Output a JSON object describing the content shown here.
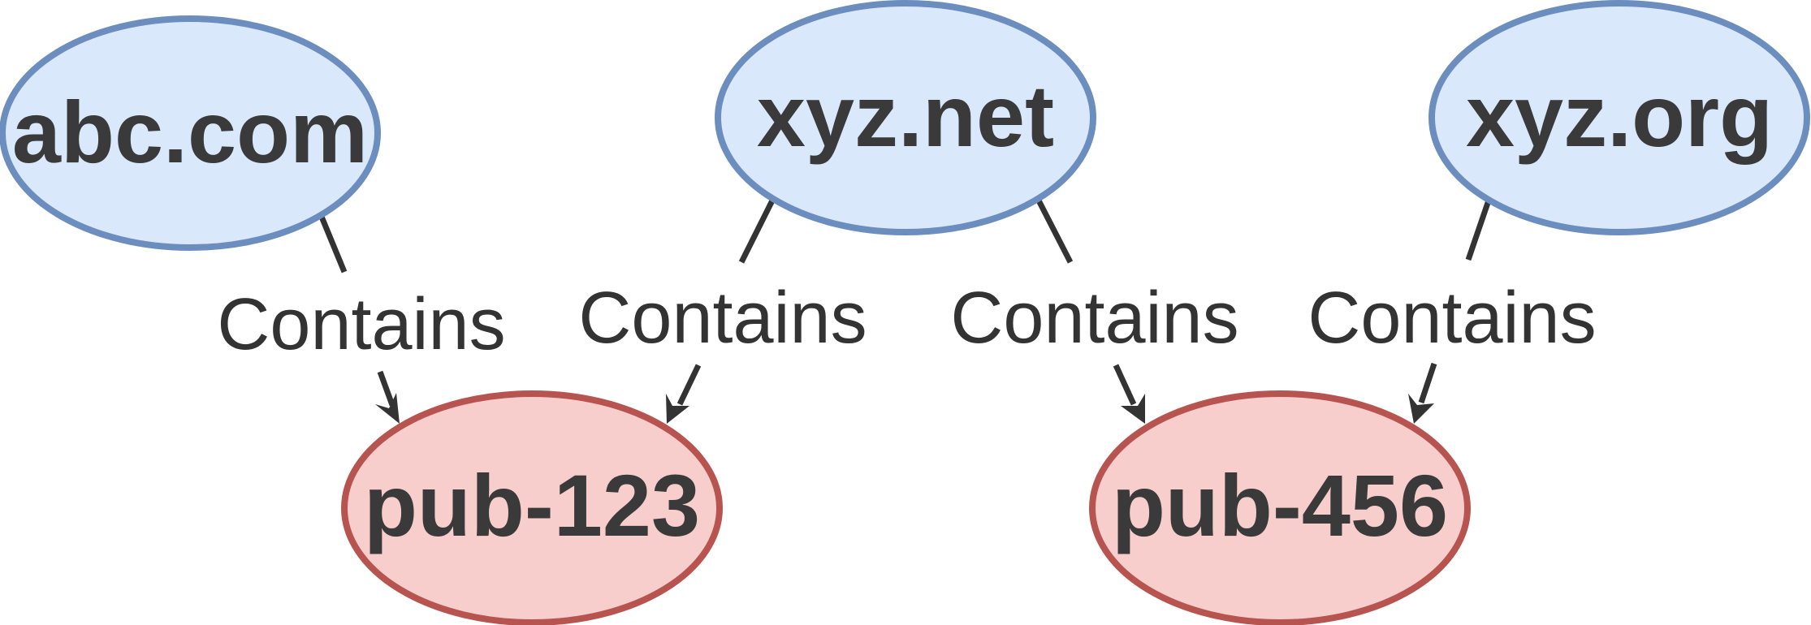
{
  "colors": {
    "domain_fill": "#dae8fc",
    "domain_stroke": "#6c8ebf",
    "pub_fill": "#f8cecc",
    "pub_stroke": "#b85450",
    "edge": "#333333",
    "text": "#3a3a3a"
  },
  "nodes": {
    "abc": {
      "label": "abc.com",
      "kind": "domain"
    },
    "xyz_net": {
      "label": "xyz.net",
      "kind": "domain"
    },
    "xyz_org": {
      "label": "xyz.org",
      "kind": "domain"
    },
    "pub123": {
      "label": "pub-123",
      "kind": "publisher"
    },
    "pub456": {
      "label": "pub-456",
      "kind": "publisher"
    }
  },
  "edges": [
    {
      "from": "abc.com",
      "to": "pub-123",
      "label": "Contains"
    },
    {
      "from": "xyz.net",
      "to": "pub-123",
      "label": "Contains"
    },
    {
      "from": "xyz.net",
      "to": "pub-456",
      "label": "Contains"
    },
    {
      "from": "xyz.org",
      "to": "pub-456",
      "label": "Contains"
    }
  ]
}
